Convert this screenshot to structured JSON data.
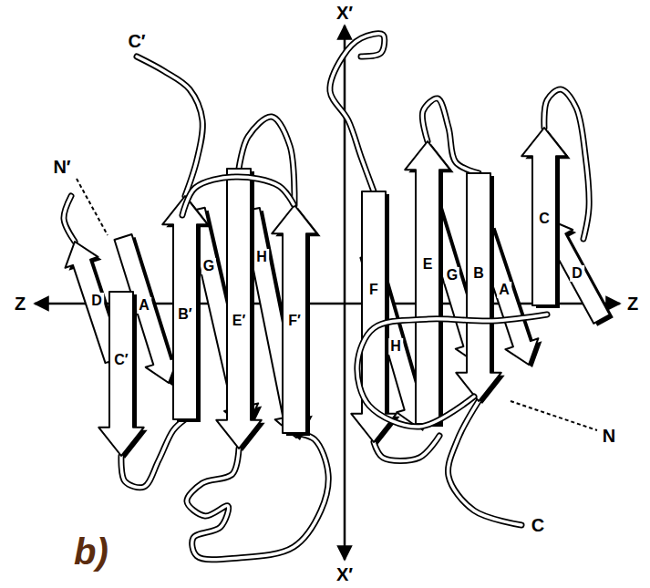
{
  "diagram": {
    "labels": [
      "C′",
      "N′",
      "X′",
      "Z",
      "D",
      "A",
      "C′",
      "B′",
      "G",
      "H",
      "E′",
      "F′",
      "F",
      "E",
      "G",
      "B",
      "H",
      "A",
      "C",
      "D",
      "Z",
      "N",
      "C",
      "X′",
      "b)"
    ]
  }
}
